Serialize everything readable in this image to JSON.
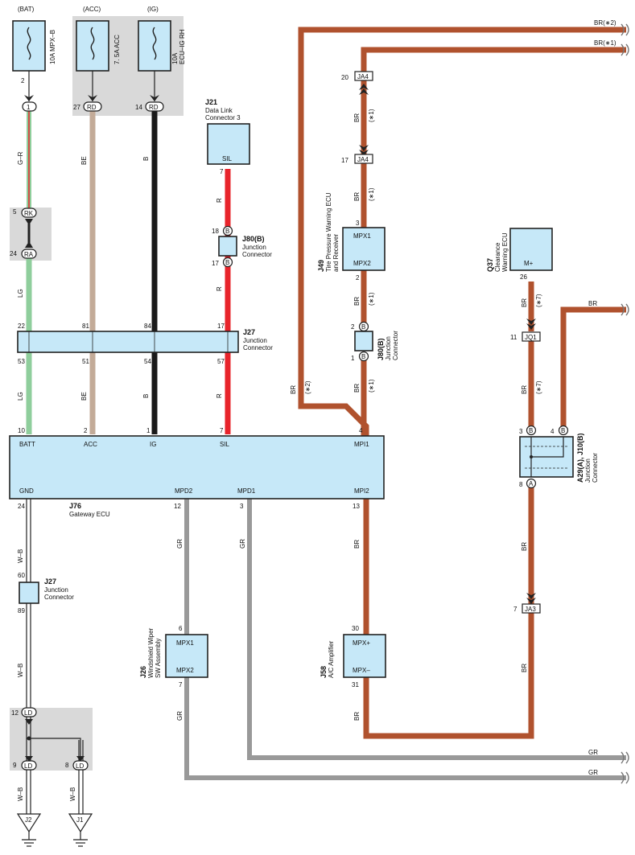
{
  "power": {
    "bat": {
      "label": "(BAT)",
      "fuse": "10A MPX–B",
      "pin": "2",
      "conn": "1"
    },
    "acc": {
      "label": "(ACC)",
      "fuse": "7. 5A ACC",
      "pin": "27",
      "conn": "RD"
    },
    "ig": {
      "label": "(IG)",
      "fuse_line1": "10A",
      "fuse_line2": "ECU–IG RH",
      "pin": "14",
      "conn": "RD"
    }
  },
  "j21": {
    "id": "J21",
    "name_line1": "Data Link",
    "name_line2": "Connector 3",
    "terminal": "SIL",
    "pin": "7"
  },
  "j80_top": {
    "id": "J80(B)",
    "name_line1": "Junction",
    "name_line2": "Connector",
    "pin_a": "18",
    "pin_b": "17",
    "conn": "B"
  },
  "j27_mid": {
    "id": "J27",
    "name_line1": "Junction",
    "name_line2": "Connector",
    "top_pins": [
      "22",
      "81",
      "84",
      "17"
    ],
    "bottom_pins": [
      "53",
      "51",
      "54",
      "57"
    ]
  },
  "rk_ra": {
    "pin5": "5",
    "rk": "RK",
    "pin24": "24",
    "ra": "RA"
  },
  "wire_colors": {
    "gr_green": "G–R",
    "lg": "LG",
    "be": "BE",
    "b": "B",
    "r": "R",
    "br": "BR",
    "gr": "GR",
    "wb": "W–B"
  },
  "notes": {
    "n1": "(∗1)",
    "n2": "(∗2)",
    "n7": "(∗7)"
  },
  "gateway": {
    "id": "J76",
    "name": "Gateway ECU",
    "top_terms": [
      "BATT",
      "ACC",
      "IG",
      "SIL",
      "MPI1"
    ],
    "top_pins": [
      "10",
      "2",
      "1",
      "7",
      "4"
    ],
    "bottom_terms": [
      "GND",
      "MPD2",
      "MPD1",
      "MPI2"
    ],
    "bottom_pins": [
      "24",
      "12",
      "3",
      "13"
    ]
  },
  "j49": {
    "id": "J49",
    "name_line1": "Tire Pressure Warning ECU",
    "name_line2": "and Receiver",
    "terms": [
      "MPX1",
      "MPX2"
    ],
    "pins": [
      "3",
      "2"
    ]
  },
  "ja4": {
    "conn": "JA4",
    "pin_top": "20",
    "pin_bot": "17"
  },
  "j80_right": {
    "id": "J80(B)",
    "name_line1": "Junction",
    "name_line2": "Connector",
    "pin_a": "2",
    "pin_b": "1",
    "conn": "B"
  },
  "br_right": {
    "br2": "BR(∗2)",
    "br1": "BR(∗1)",
    "br": "BR"
  },
  "q37": {
    "id": "Q37",
    "name_line1": "Clearance",
    "name_line2": "Warning ECU",
    "term": "M+",
    "pin": "26"
  },
  "jq1": {
    "conn": "JQ1",
    "pin": "11"
  },
  "a29": {
    "id": "A29(A), J10(B)",
    "name_line1": "Junction",
    "name_line2": "Connector",
    "pin3": "3",
    "pin4": "4",
    "pin8": "8",
    "b": "B",
    "a": "A"
  },
  "ja3": {
    "conn": "JA3",
    "pin": "7"
  },
  "j58": {
    "id": "J58",
    "name": "A/C Amplifier",
    "terms": [
      "MPX+",
      "MPX–"
    ],
    "pins": [
      "30",
      "31"
    ]
  },
  "j26": {
    "id": "J26",
    "name_line1": "Windshield Wiper",
    "name_line2": "SW Assembly",
    "terms": [
      "MPX1",
      "MPX2"
    ],
    "pins": [
      "6",
      "7"
    ]
  },
  "j27_low": {
    "id": "J27",
    "name_line1": "Junction",
    "name_line2": "Connector",
    "pin_top": "60",
    "pin_bot": "89"
  },
  "ld": {
    "conn": "LD",
    "pin12": "12",
    "pin9": "9",
    "pin8": "8"
  },
  "grounds": {
    "j2": "J2",
    "j1": "J1"
  },
  "gr_right": {
    "gr1": "GR",
    "gr2": "GR"
  },
  "colors": {
    "br": "#b0522e",
    "r": "#e8242b",
    "b": "#1a1a1a",
    "be": "#c3ab98",
    "lg": "#8fce9c",
    "gr": "#999999",
    "box": "#c6e8f8"
  }
}
